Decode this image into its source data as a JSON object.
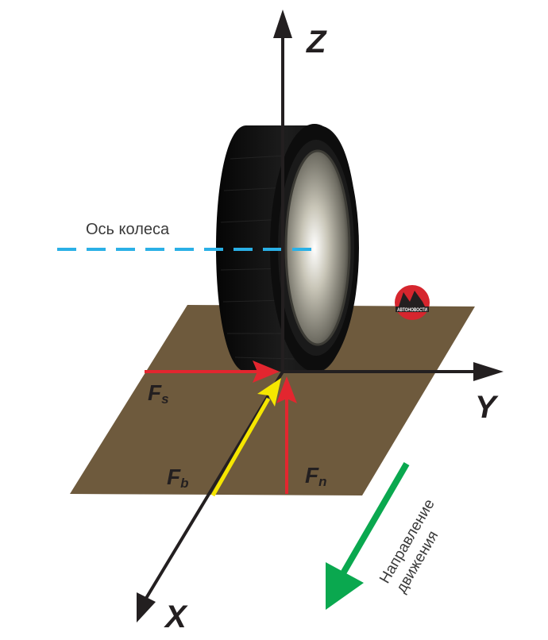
{
  "axes": {
    "z": "Z",
    "y": "Y",
    "x": "X"
  },
  "wheel_axis_label": "Ось колеса",
  "forces": {
    "fs": {
      "main": "F",
      "sub": "s"
    },
    "fb": {
      "main": "F",
      "sub": "b"
    },
    "fn": {
      "main": "F",
      "sub": "n"
    }
  },
  "direction": {
    "line1": "Направление",
    "line2": "движения"
  },
  "logo_text": "АВТОНОВОСТИ",
  "colors": {
    "ground": "#6e5a3d",
    "tire": "#141414",
    "force_red": "#e3262f",
    "force_yellow": "#f5e600",
    "axis_dash": "#2ab0e6",
    "direction_arrow": "#0aa84f",
    "axis_line": "#231f20"
  }
}
